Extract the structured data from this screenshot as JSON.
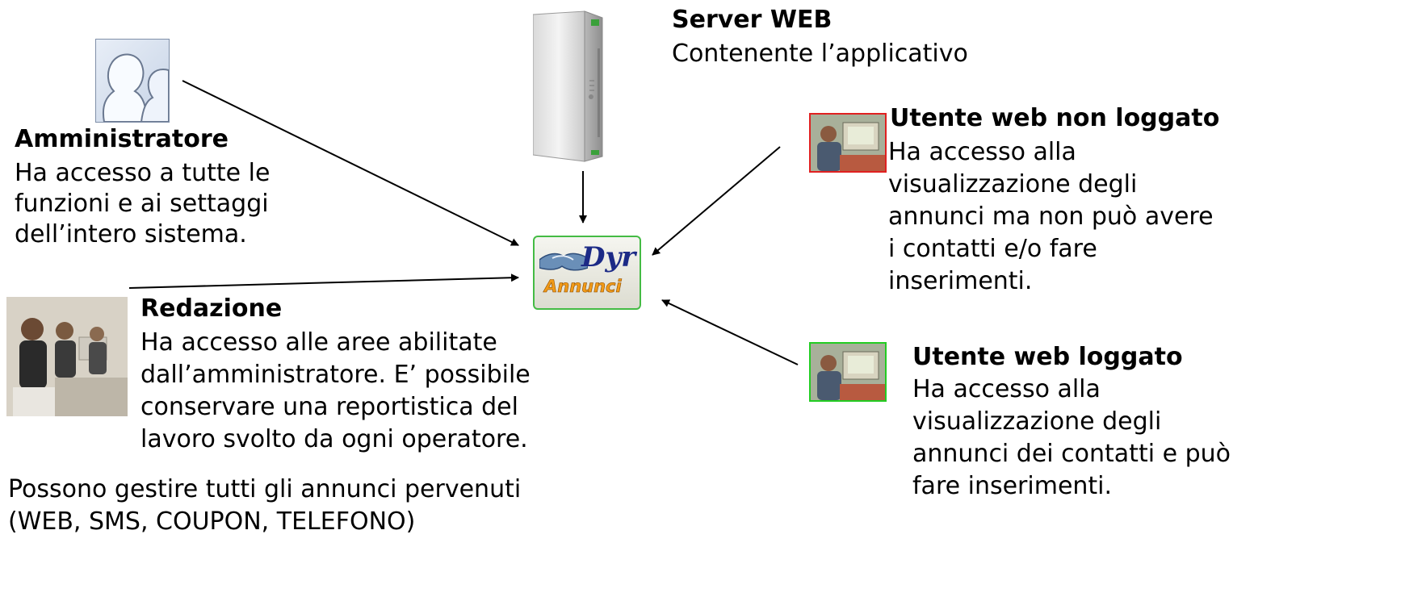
{
  "server": {
    "title": "Server WEB",
    "description": "Contenente l’applicativo",
    "icon": "server-tower-icon"
  },
  "admin": {
    "title": "Amministratore",
    "lines": [
      "Ha accesso a tutte le",
      "funzioni e ai settaggi",
      "dell’intero sistema."
    ],
    "icon": "people-silhouette-icon"
  },
  "redazione": {
    "title": "Redazione",
    "lines": [
      "Ha accesso alle aree abilitate",
      "dall’amministratore. E’ possibile",
      "conservare una reportistica del",
      "lavoro svolto da ogni operatore."
    ],
    "icon": "office-workers-photo"
  },
  "footer": {
    "lines": [
      "Possono gestire tutti gli annunci pervenuti",
      "(WEB, SMS, COUPON, TELEFONO)"
    ]
  },
  "logo": {
    "main": "Dyr",
    "sub": "Annunci",
    "icon": "handshake-logo-icon",
    "border_color": "#44bb44"
  },
  "user_not_logged": {
    "title": "Utente web non loggato",
    "lines": [
      "Ha accesso alla",
      "visualizzazione degli",
      "annunci ma non può avere",
      "i contatti e/o fare",
      "inserimenti."
    ],
    "icon": "computer-user-photo",
    "border_color": "#e02020"
  },
  "user_logged": {
    "title": "Utente web loggato",
    "lines": [
      "Ha accesso alla",
      "visualizzazione degli",
      "annunci dei contatti e può",
      "fare inserimenti."
    ],
    "icon": "computer-user-photo",
    "border_color": "#22cc22"
  }
}
